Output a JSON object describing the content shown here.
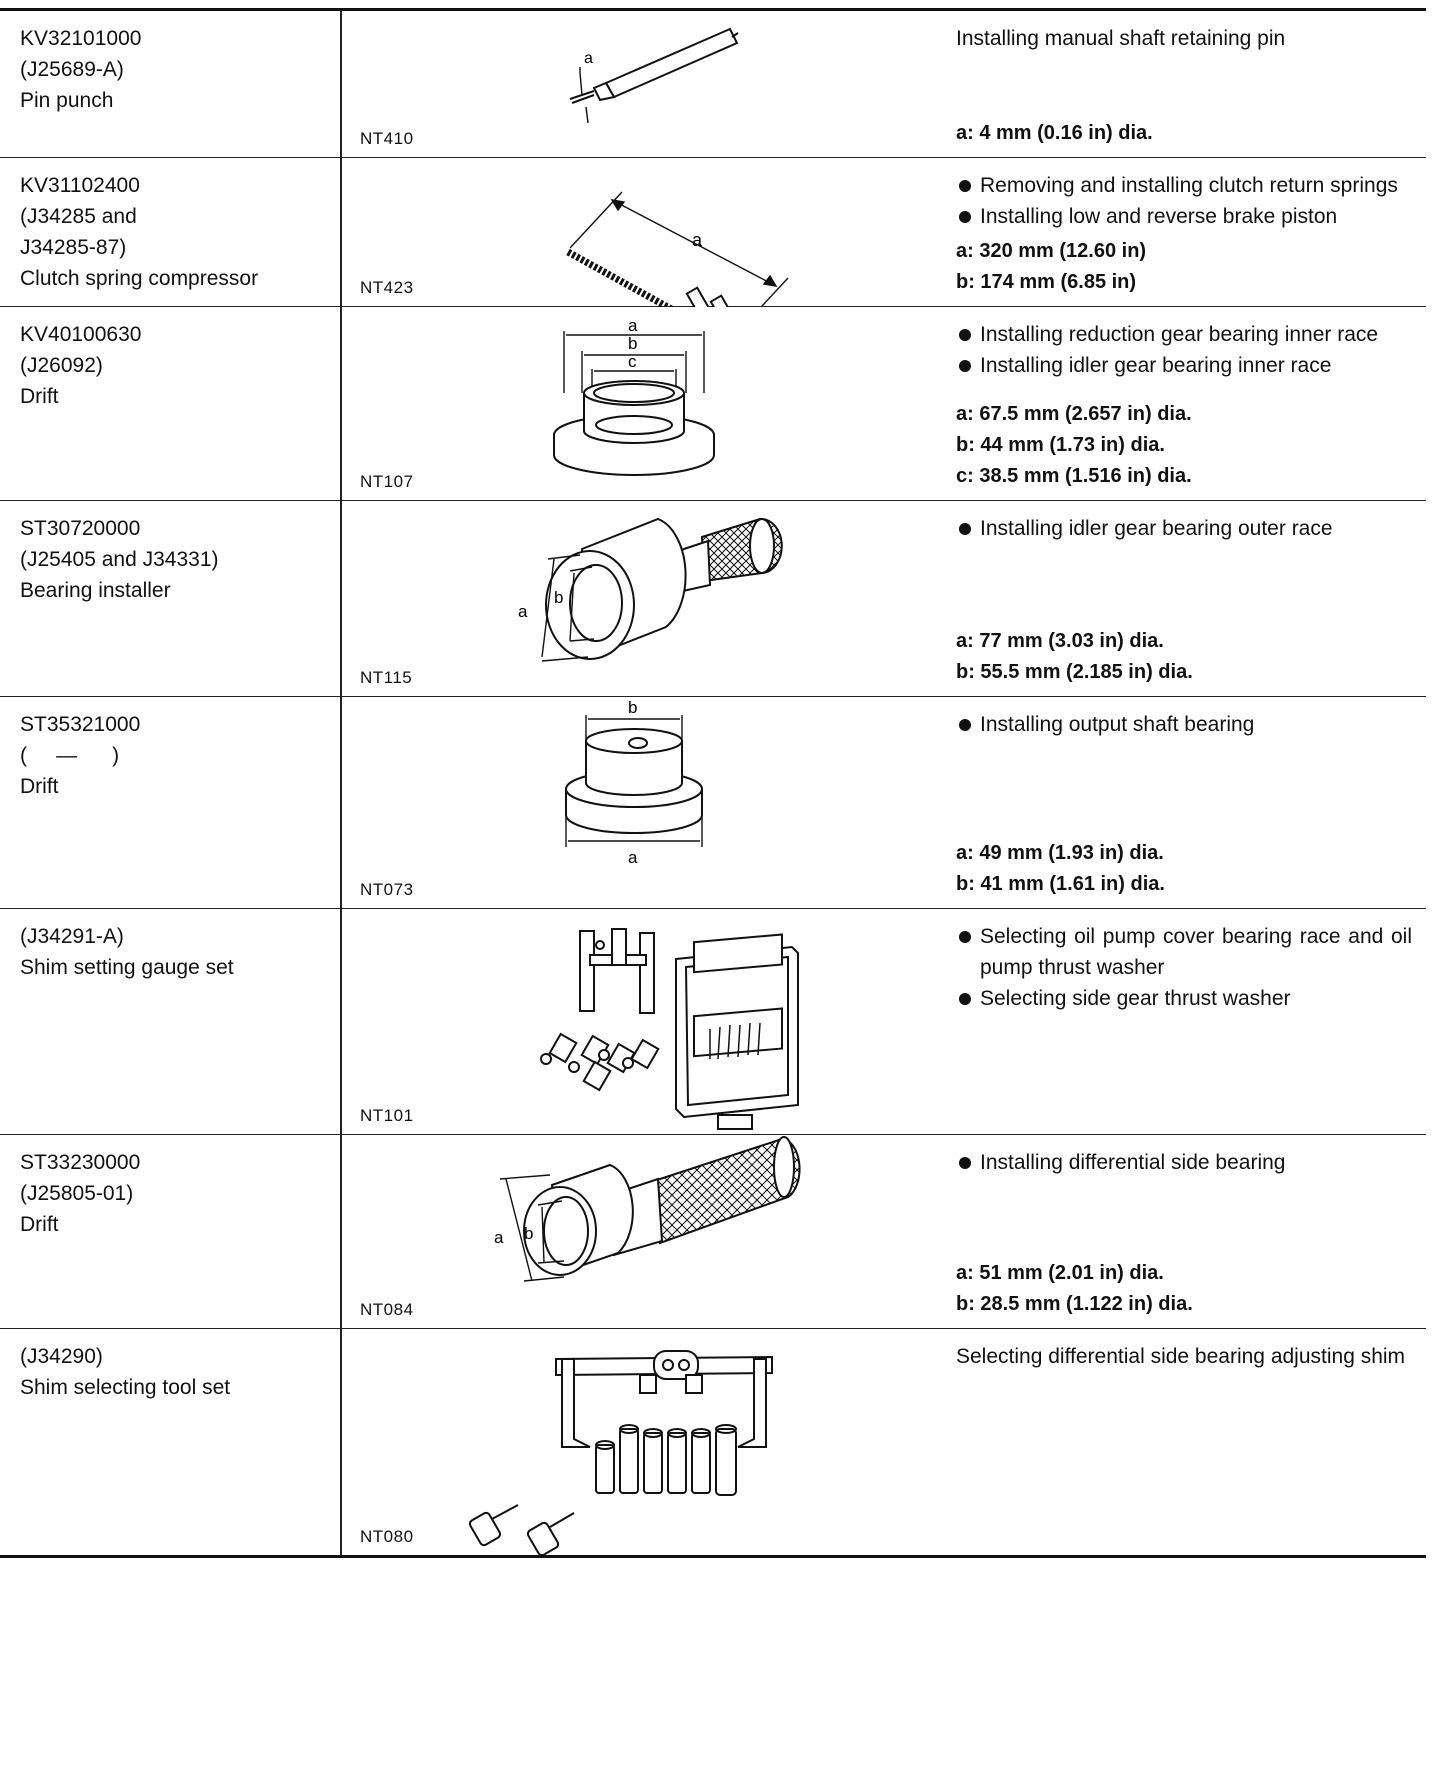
{
  "rows": [
    {
      "tool_lines": [
        "KV32101000",
        "(J25689-A)",
        "Pin punch"
      ],
      "figure_code": "NT410",
      "bullets": [],
      "plain": "Installing manual shaft retaining pin",
      "specs": [
        "a: 4 mm (0.16 in) dia."
      ],
      "figure": "pin-punch"
    },
    {
      "tool_lines": [
        "KV31102400",
        "(J34285 and",
        "J34285-87)",
        "Clutch spring compressor"
      ],
      "figure_code": "NT423",
      "bullets": [
        "Removing and installing clutch return springs",
        "Installing low and reverse brake piston"
      ],
      "plain": "",
      "specs": [
        "a: 320 mm (12.60 in)",
        "b: 174 mm (6.85 in)"
      ],
      "figure": "clutch-spring-compressor"
    },
    {
      "tool_lines": [
        "KV40100630",
        "(J26092)",
        "Drift"
      ],
      "figure_code": "NT107",
      "bullets": [
        "Installing reduction gear bearing inner race",
        "Installing idler gear bearing inner race"
      ],
      "plain": "",
      "specs": [
        "a: 67.5 mm (2.657 in) dia.",
        "b: 44 mm (1.73 in) dia.",
        "c: 38.5 mm (1.516 in) dia."
      ],
      "figure": "drift-abc"
    },
    {
      "tool_lines": [
        "ST30720000",
        "(J25405 and J34331)",
        "Bearing installer"
      ],
      "figure_code": "NT115",
      "bullets": [
        "Installing idler gear bearing outer race"
      ],
      "plain": "",
      "specs": [
        "a: 77 mm (3.03 in) dia.",
        "b: 55.5 mm (2.185 in) dia."
      ],
      "figure": "bearing-installer"
    },
    {
      "tool_lines": [
        "ST35321000",
        "(     —      )",
        "Drift"
      ],
      "figure_code": "NT073",
      "bullets": [
        "Installing output shaft bearing"
      ],
      "plain": "",
      "specs": [
        "a: 49 mm (1.93 in) dia.",
        "b: 41 mm (1.61 in) dia."
      ],
      "figure": "drift-ab"
    },
    {
      "tool_lines": [
        "(J34291-A)",
        "Shim setting gauge set"
      ],
      "figure_code": "NT101",
      "bullets": [
        "Selecting oil pump cover bearing race and oil pump thrust washer",
        "Selecting side gear thrust washer"
      ],
      "plain": "",
      "specs": [],
      "figure": "shim-setting-gauge-set"
    },
    {
      "tool_lines": [
        "ST33230000",
        "(J25805-01)",
        "Drift"
      ],
      "figure_code": "NT084",
      "bullets": [
        "Installing differential side bearing"
      ],
      "plain": "",
      "specs": [
        "a: 51 mm (2.01 in) dia.",
        "b: 28.5 mm (1.122 in) dia."
      ],
      "figure": "drift-knurled"
    },
    {
      "tool_lines": [
        "(J34290)",
        "Shim selecting tool set"
      ],
      "figure_code": "NT080",
      "bullets": [],
      "plain": "Selecting differential side bearing adjusting shim",
      "specs": [],
      "figure": "shim-selecting-tool-set"
    }
  ],
  "dim_letters": {
    "a": "a",
    "b": "b",
    "c": "c"
  }
}
